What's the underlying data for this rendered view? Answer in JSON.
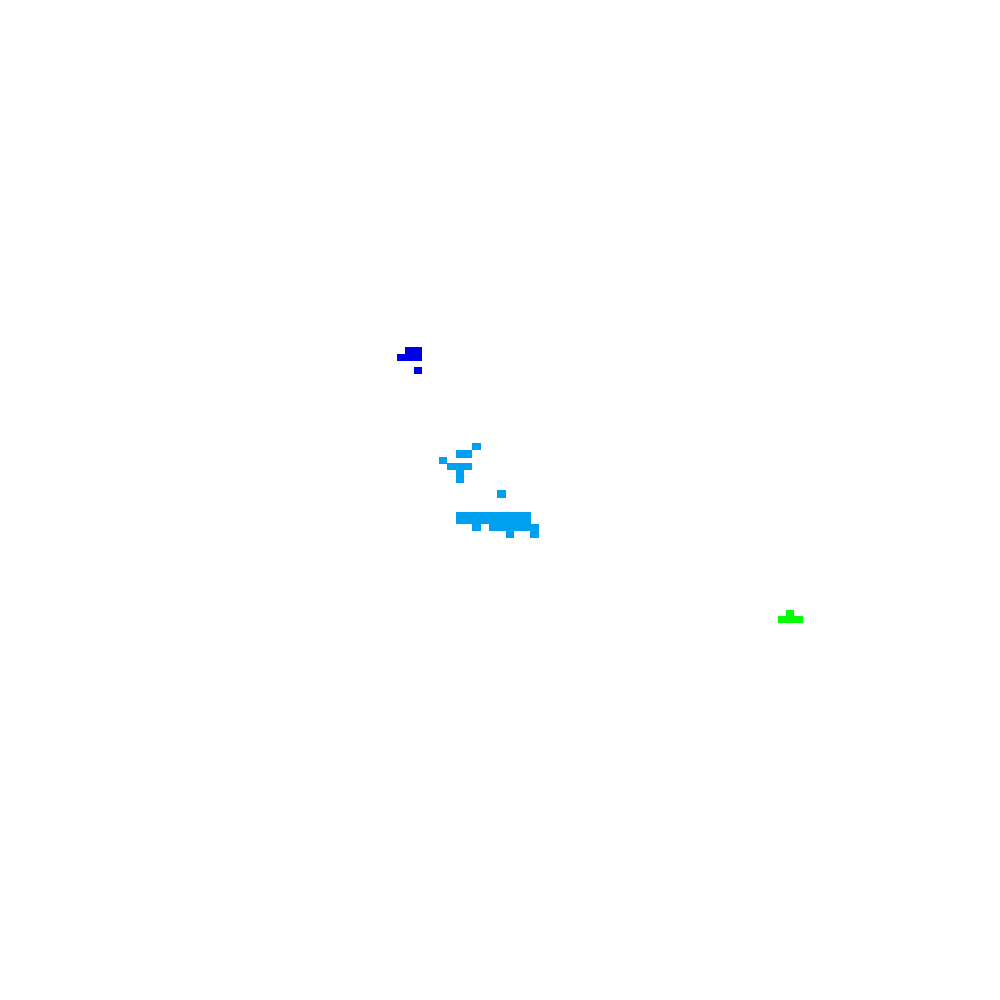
{
  "clusters": [
    {
      "name": "dark-blue-cluster",
      "color": "#0000e6"
    },
    {
      "name": "light-blue-cluster",
      "color": "#00a0f0"
    },
    {
      "name": "green-cluster",
      "color": "#00ff00"
    }
  ]
}
